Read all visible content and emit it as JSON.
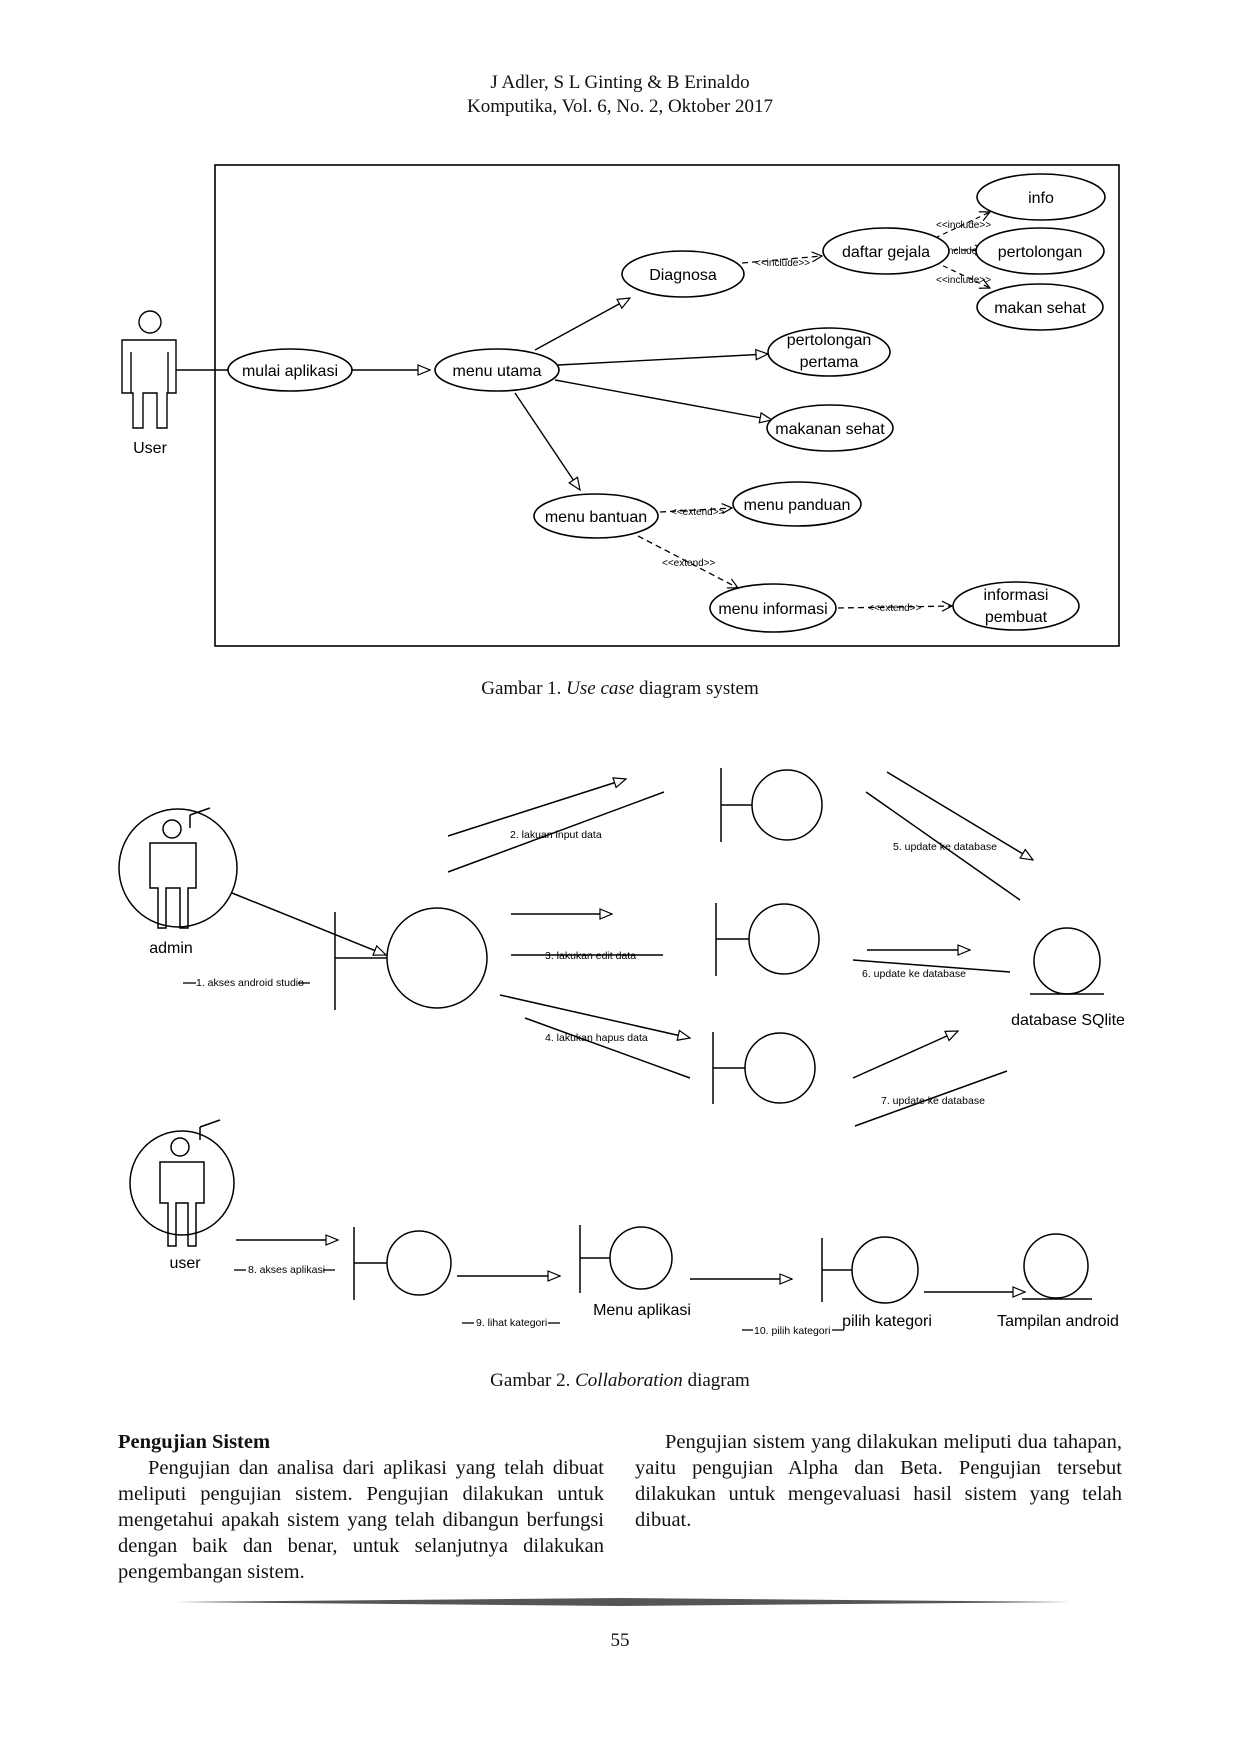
{
  "header": {
    "authors": "J Adler, S L Ginting & B Erinaldo",
    "journal": "Komputika, Vol. 6, No. 2, Oktober 2017"
  },
  "figure1": {
    "actor": "User",
    "usecases": {
      "mulai": "mulai aplikasi",
      "menu_utama": "menu utama",
      "diagnosa": "Diagnosa",
      "daftar_gejala": "daftar gejala",
      "info": "info",
      "pertolongan": "pertolongan",
      "makan_sehat": "makan sehat",
      "pertolongan_pertama_1": "pertolongan",
      "pertolongan_pertama_2": "pertama",
      "makanan_sehat": "makanan sehat",
      "menu_bantuan": "menu bantuan",
      "menu_panduan": "menu panduan",
      "menu_informasi": "menu informasi",
      "informasi_pembuat_1": "informasi",
      "informasi_pembuat_2": "pembuat"
    },
    "stereotypes": {
      "include": "<<include>>",
      "extend": "<<extend>>"
    },
    "caption_prefix": "Gambar 1. ",
    "caption_italic": "Use case",
    "caption_suffix": " diagram system"
  },
  "figure2": {
    "admin": "admin",
    "user": "user",
    "messages": {
      "m1": "1. akses android studio",
      "m2": "2. lakuan input data",
      "m3": "3. lakukan edit data",
      "m4": "4. lakukan hapus data",
      "m5": "5. update ke database",
      "m6": "6. update ke database",
      "m7": "7. update ke database",
      "m8": "8. akses aplikasi",
      "m9": "9. lihat kategori",
      "m10": "10. pilih kategori"
    },
    "objects": {
      "database": "database SQlite",
      "menu_aplikasi": "Menu aplikasi",
      "pilih_kategori": "pilih kategori",
      "tampilan": "Tampilan android"
    },
    "caption_prefix": "Gambar 2. ",
    "caption_italic": "Collaboration",
    "caption_suffix": " diagram"
  },
  "body": {
    "heading": "Pengujian Sistem",
    "left_paragraph": "Pengujian dan analisa dari aplikasi yang telah dibuat meliputi pengujian sistem. Pengujian dilakukan untuk mengetahui apakah sistem yang telah dibangun berfungsi dengan baik dan benar, untuk selanjutnya dilakukan pengembangan sistem.",
    "right_paragraph": "Pengujian sistem yang dilakukan meliputi dua tahapan, yaitu pengujian Alpha dan Beta. Pengujian tersebut dilakukan untuk mengevaluasi hasil sistem yang telah dibuat."
  },
  "footer": {
    "page_number": "55"
  }
}
